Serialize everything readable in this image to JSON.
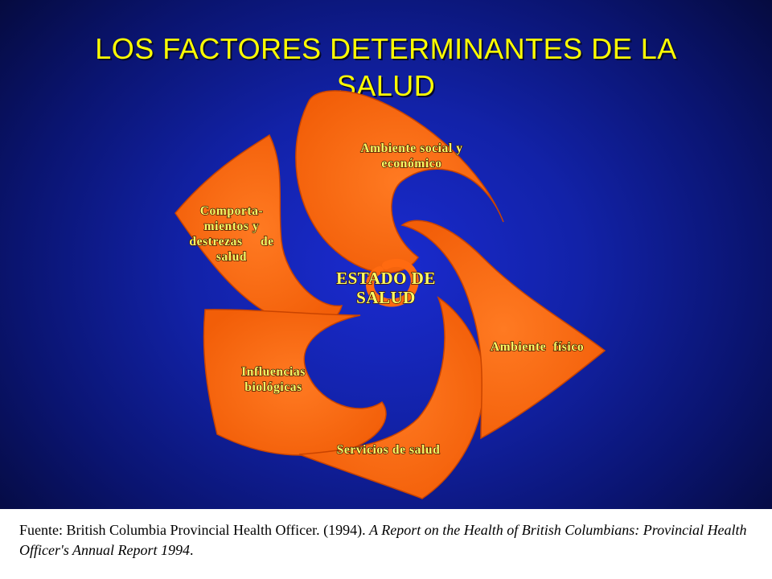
{
  "slide": {
    "title_line1": "LOS FACTORES DETERMINANTES DE LA",
    "title_line2": "SALUD"
  },
  "diagram": {
    "center": [
      "ESTADO DE",
      "SALUD"
    ],
    "petals": [
      {
        "id": "ambiente-social",
        "lines": [
          "Ambiente social y",
          "económico"
        ]
      },
      {
        "id": "comportamientos",
        "lines": [
          "Comporta-",
          "mientos y",
          "destrezas     de",
          "salud"
        ]
      },
      {
        "id": "influencias-biologicas",
        "lines": [
          "Influencias",
          "biológicas"
        ]
      },
      {
        "id": "servicios-salud",
        "lines": [
          "Servicios de salud"
        ]
      },
      {
        "id": "ambiente-fisico",
        "lines": [
          "Ambiente  físico"
        ]
      }
    ],
    "colors": {
      "petal": "#ff6a10",
      "petal_edge": "#c94400",
      "label": "#ffff66",
      "title": "#ffff00"
    }
  },
  "footer": {
    "source_label": "Fuente: British Columbia Provincial Health Officer. (1994).",
    "report_title": "A Report on the Health of British Columbians: Provincial Health Officer's Annual Report 1994",
    "trailing": "."
  }
}
